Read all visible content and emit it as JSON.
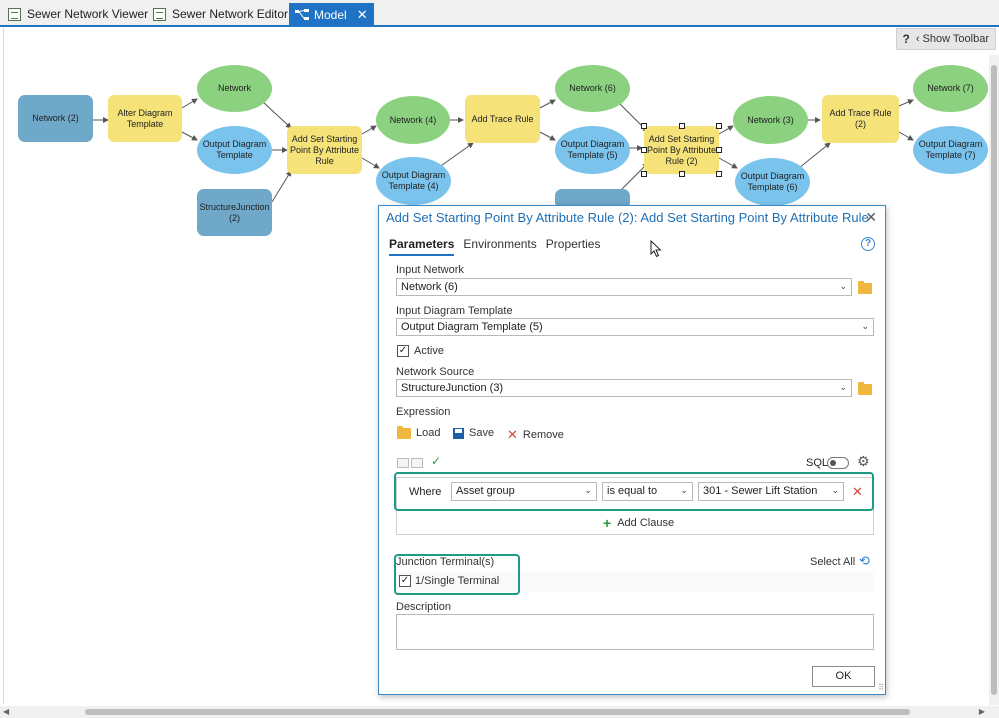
{
  "tabs": [
    {
      "label": "Sewer Network Viewer",
      "icon": "map-doc-icon",
      "active": false
    },
    {
      "label": "Sewer Network Editor",
      "icon": "map-doc-icon",
      "active": false
    },
    {
      "label": "Model",
      "icon": "model-icon",
      "active": true
    }
  ],
  "tab_close_glyph": "✕",
  "toolbar": {
    "help": "?",
    "show_toolbar": "Show Toolbar"
  },
  "model_nodes": {
    "network2": "Network (2)",
    "alter_template": "Alter Diagram Template",
    "network": "Network",
    "output_template": "Output Diagram Template",
    "structure_junction2": "StructureJunction (2)",
    "add_set_start": "Add Set Starting Point By Attribute Rule",
    "network4": "Network (4)",
    "output_template4": "Output Diagram Template (4)",
    "add_trace_rule": "Add Trace Rule",
    "network6": "Network (6)",
    "output_template5": "Output Diagram Template (5)",
    "add_set_start2": "Add Set Starting Point By Attribute Rule (2)",
    "network3": "Network (3)",
    "output_template6": "Output Diagram Template (6)",
    "add_trace_rule2": "Add Trace Rule (2)",
    "network7": "Network (7)",
    "output_template7": "Output Diagram Template (7)"
  },
  "dialog": {
    "title": "Add Set Starting Point By Attribute Rule (2): Add Set Starting Point By Attribute Rule",
    "tabs": [
      "Parameters",
      "Environments",
      "Properties"
    ],
    "input_network_label": "Input Network",
    "input_network_value": "Network (6)",
    "input_template_label": "Input Diagram Template",
    "input_template_value": "Output Diagram Template (5)",
    "active_label": "Active",
    "active_checked": true,
    "network_source_label": "Network Source",
    "network_source_value": "StructureJunction (3)",
    "expression_label": "Expression",
    "load_label": "Load",
    "save_label": "Save",
    "remove_label": "Remove",
    "sql_label": "SQL",
    "where_label": "Where",
    "field_value": "Asset group",
    "operator_value": "is equal to",
    "value_value": "301 - Sewer Lift Station",
    "add_clause_label": "Add Clause",
    "junction_terminals_label": "Junction Terminal(s)",
    "select_all_label": "Select All",
    "terminal_label": "1/Single Terminal",
    "terminal_checked": true,
    "description_label": "Description",
    "ok_label": "OK"
  },
  "colors": {
    "accent": "#1f72c4",
    "dataset_node": "#6fa8c9",
    "tool_node": "#f5e37a",
    "output_green": "#8bd17f",
    "output_blue": "#7ac3ec",
    "highlight": "#1f9a83"
  }
}
